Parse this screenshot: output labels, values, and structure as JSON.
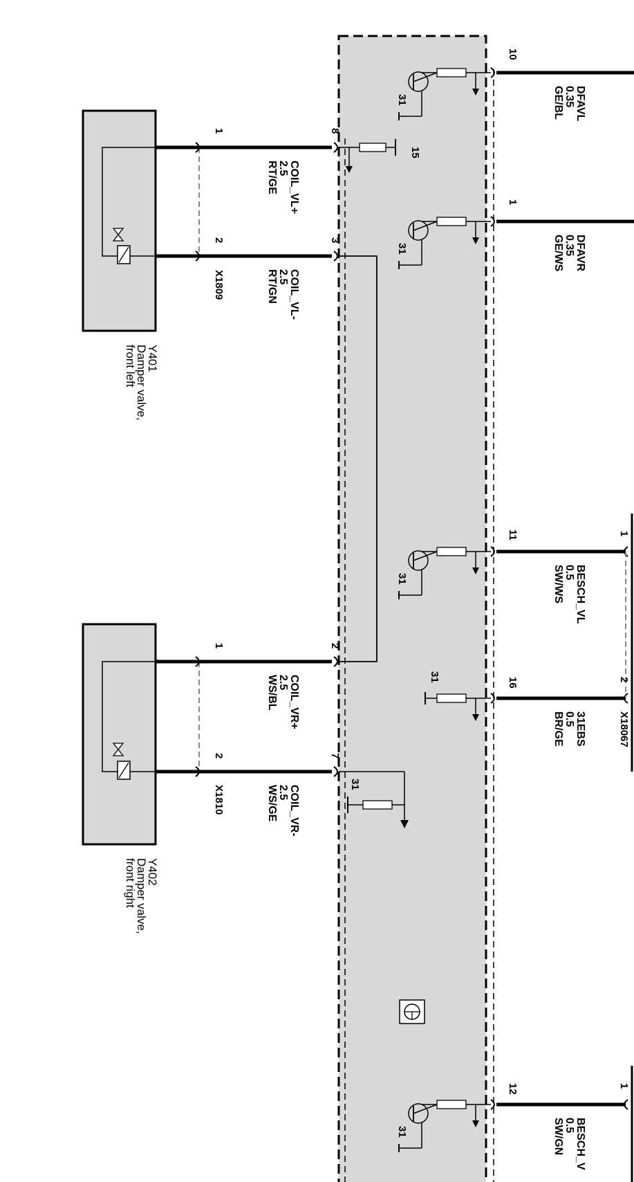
{
  "module": {
    "ground_symbol": "ground-symbol-icon"
  },
  "components": [
    {
      "id": "Y401",
      "name_line1": "Damper valve,",
      "name_line2": "front left"
    },
    {
      "id": "Y402",
      "name_line1": "Damper valve,",
      "name_line2": "front right"
    }
  ],
  "connectors": {
    "x1809": "X1809",
    "x1810": "X1810",
    "x18067": "X18067"
  },
  "wires": [
    {
      "signal": "COIL_VL+",
      "size": "2.5",
      "color": "RT/GE",
      "left_pin": "1",
      "module_pin": "8"
    },
    {
      "signal": "COIL_VL-",
      "size": "2.5",
      "color": "RT/GN",
      "left_pin": "2",
      "module_pin": "3"
    },
    {
      "signal": "COIL_VR+",
      "size": "2.5",
      "color": "WS/BL",
      "left_pin": "1",
      "module_pin": "2"
    },
    {
      "signal": "COIL_VR-",
      "size": "2.5",
      "color": "WS/GE",
      "left_pin": "2",
      "module_pin": "7"
    },
    {
      "signal": "DFAVL",
      "size": "0.35",
      "color": "GE/BL",
      "module_pin": "10"
    },
    {
      "signal": "DFAVR",
      "size": "0.35",
      "color": "GE/WS",
      "module_pin": "1"
    },
    {
      "signal": "BESCH_VL",
      "size": "0.5",
      "color": "SW/WS",
      "module_pin": "11",
      "right_pin": "1"
    },
    {
      "signal": "31EBS",
      "size": "0.5",
      "color": "BR/GE",
      "module_pin": "16",
      "right_pin": "2"
    },
    {
      "signal": "BESCH_V",
      "size": "0.5",
      "color": "SW/GN",
      "module_pin": "12",
      "right_pin": "1"
    }
  ],
  "internal": {
    "supply": "15",
    "ground": "31"
  }
}
